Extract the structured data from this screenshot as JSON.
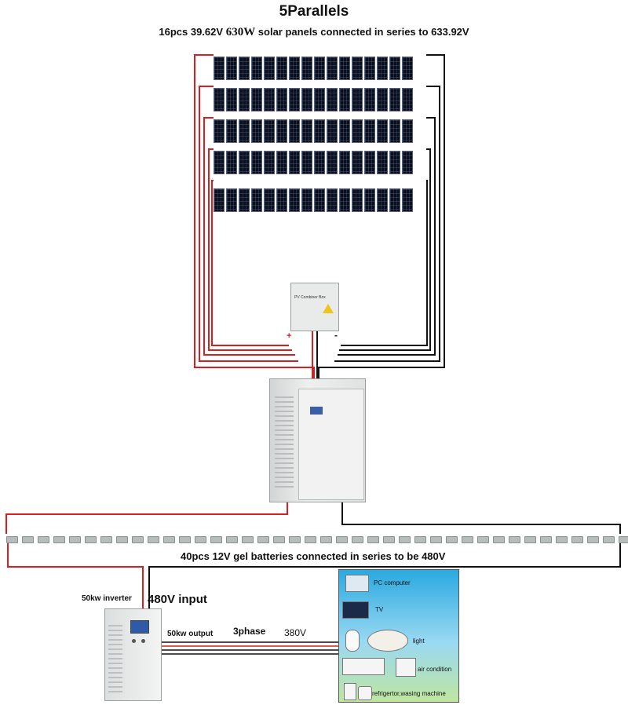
{
  "title": "5Parallels",
  "subtitle": {
    "prefix": "16pcs 39.62V ",
    "power": "630W",
    "suffix": " solar panels connected in series to 633.92V"
  },
  "solar_array": {
    "rows": 5,
    "panels_per_row": 16
  },
  "combiner_box": {
    "label": "PV Combiner Box",
    "plus_sign": "+",
    "minus_sign": "-"
  },
  "battery_bank": {
    "count": 40,
    "label": "40pcs 12V gel batteries connected in series to be 480V"
  },
  "inverter": {
    "name": "50kw inverter",
    "input_label": "480V input",
    "output_label": "50kw output",
    "phase_label": "3phase",
    "voltage_label": "380V"
  },
  "loads": [
    "PC computer",
    "TV",
    "light",
    "air condition",
    "refrigertor,wasing machine"
  ],
  "colors": {
    "positive_wire": "#d81e1e",
    "negative_wire": "#111111"
  }
}
